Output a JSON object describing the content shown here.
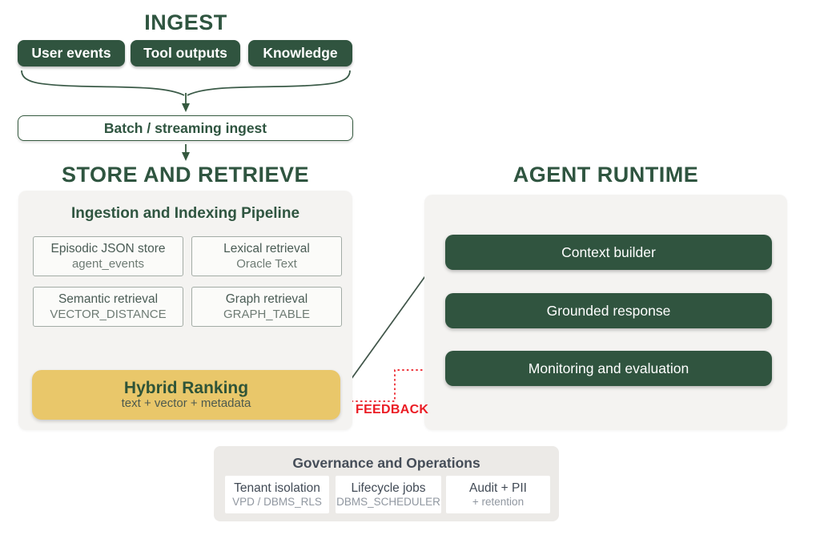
{
  "colors": {
    "green_dark": "#30543F",
    "green_heading": "#2F5540",
    "gold": "#E9C76A",
    "panel_gray": "#F4F3F1",
    "governance_gray": "#ECEAE7",
    "feedback_red": "#EB1C24",
    "slate_text": "#454D58",
    "muted_text": "#6E7B74"
  },
  "ingest": {
    "title": "INGEST",
    "sources": [
      "User events",
      "Tool outputs",
      "Knowledge"
    ],
    "batch_box": "Batch / streaming ingest"
  },
  "store": {
    "title": "STORE AND RETRIEVE",
    "panel_title": "Ingestion and Indexing Pipeline",
    "boxes": [
      {
        "title": "Episodic JSON store",
        "subtitle": "agent_events"
      },
      {
        "title": "Lexical retrieval",
        "subtitle": "Oracle Text"
      },
      {
        "title": "Semantic retrieval",
        "subtitle": "VECTOR_DISTANCE"
      },
      {
        "title": "Graph retrieval",
        "subtitle": "GRAPH_TABLE"
      }
    ],
    "ranking": {
      "title": "Hybrid Ranking",
      "subtitle": "text + vector + metadata"
    }
  },
  "agent": {
    "title": "AGENT RUNTIME",
    "stages": [
      "Context builder",
      "Grounded response",
      "Monitoring and evaluation"
    ]
  },
  "feedback_label": "FEEDBACK",
  "governance": {
    "title": "Governance and Operations",
    "cards": [
      {
        "title": "Tenant isolation",
        "subtitle": "VPD / DBMS_RLS"
      },
      {
        "title": "Lifecycle jobs",
        "subtitle": "DBMS_SCHEDULER"
      },
      {
        "title": "Audit + PII",
        "subtitle": "+ retention"
      }
    ]
  }
}
